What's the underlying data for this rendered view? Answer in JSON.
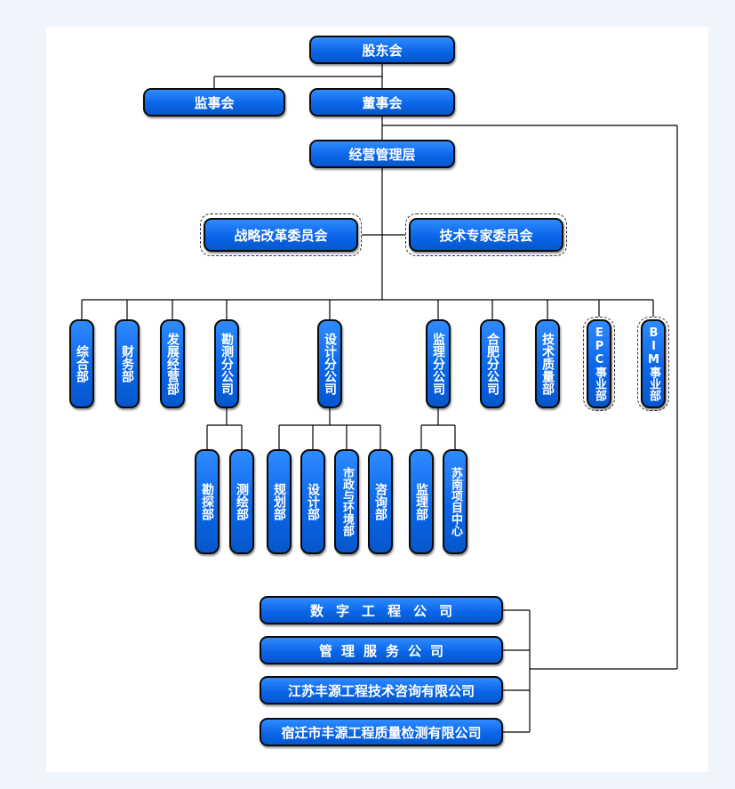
{
  "chart": {
    "top": {
      "shareholders": "股东会",
      "supervisors": "监事会",
      "board": "董事会",
      "management": "经营管理层"
    },
    "committees": {
      "strategy": "战略改革委员会",
      "tech_experts": "技术专家委员会"
    },
    "departments": {
      "general": "综合部",
      "finance": "财务部",
      "development": "发展经营部",
      "survey_branch": "勘测分公司",
      "design_branch": "设计分公司",
      "supervision_branch": "监理分公司",
      "hefei_branch": "合肥分公司",
      "tech_quality": "技术质量部",
      "epc_division": "EPC事业部",
      "bim_division": "BIM事业部"
    },
    "sub_departments": {
      "survey_exploration": "勘探部",
      "surveying_mapping": "测绘部",
      "planning": "规划部",
      "design": "设计部",
      "municipal_environment": "市政与环境部",
      "consulting": "咨询部",
      "supervision": "监理部",
      "sunan_project_center": "苏南项目中心"
    },
    "subsidiaries": {
      "digital_engineering": "数字工程公司",
      "management_services": "管理服务公司",
      "jiangsu_fengyuan": "江苏丰源工程技术咨询有限公司",
      "suqian_fengyuan": "宿迁市丰源工程质量检测有限公司"
    },
    "colors": {
      "box_fill": "#0a66e8",
      "box_border": "#0a0a0a",
      "box_text": "#ffffff",
      "connector": "#000000"
    }
  }
}
